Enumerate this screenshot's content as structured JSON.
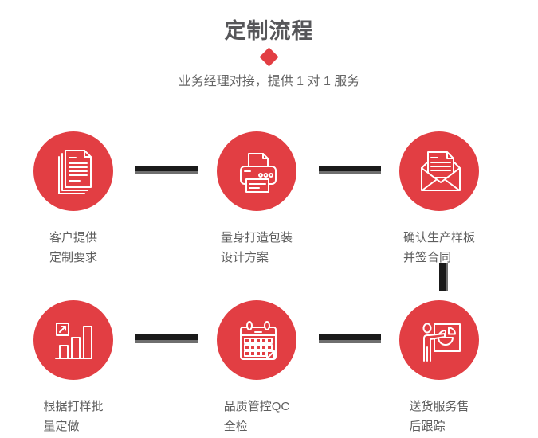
{
  "page": {
    "title": "定制流程",
    "subtitle": "业务经理对接，提供 1 对 1 服务"
  },
  "colors": {
    "accent_red": "#e23e43",
    "title_gray": "#565659",
    "subtitle_gray": "#666666",
    "label_gray": "#5e5e5e",
    "connector_black": "#1a1a1a",
    "connector_gray": "#6f6f6f",
    "divider_gray": "#cccccc",
    "icon_white": "#ffffff"
  },
  "steps": [
    {
      "id": 1,
      "icon": "documents-icon",
      "label_line1": "客户提供",
      "label_line2": "定制要求"
    },
    {
      "id": 2,
      "icon": "printer-icon",
      "label_line1": "量身打造包装",
      "label_line2": "设计方案"
    },
    {
      "id": 3,
      "icon": "envelope-icon",
      "label_line1": "确认生产样板",
      "label_line2": "并签合同"
    },
    {
      "id": 4,
      "icon": "bar-chart-icon",
      "label_line1": "根据打样批",
      "label_line2": "量定做"
    },
    {
      "id": 5,
      "icon": "calendar-icon",
      "label_line1": "品质管控QC",
      "label_line2": "全检"
    },
    {
      "id": 6,
      "icon": "presentation-icon",
      "label_line1": "送货服务售",
      "label_line2": "后跟踪"
    }
  ]
}
